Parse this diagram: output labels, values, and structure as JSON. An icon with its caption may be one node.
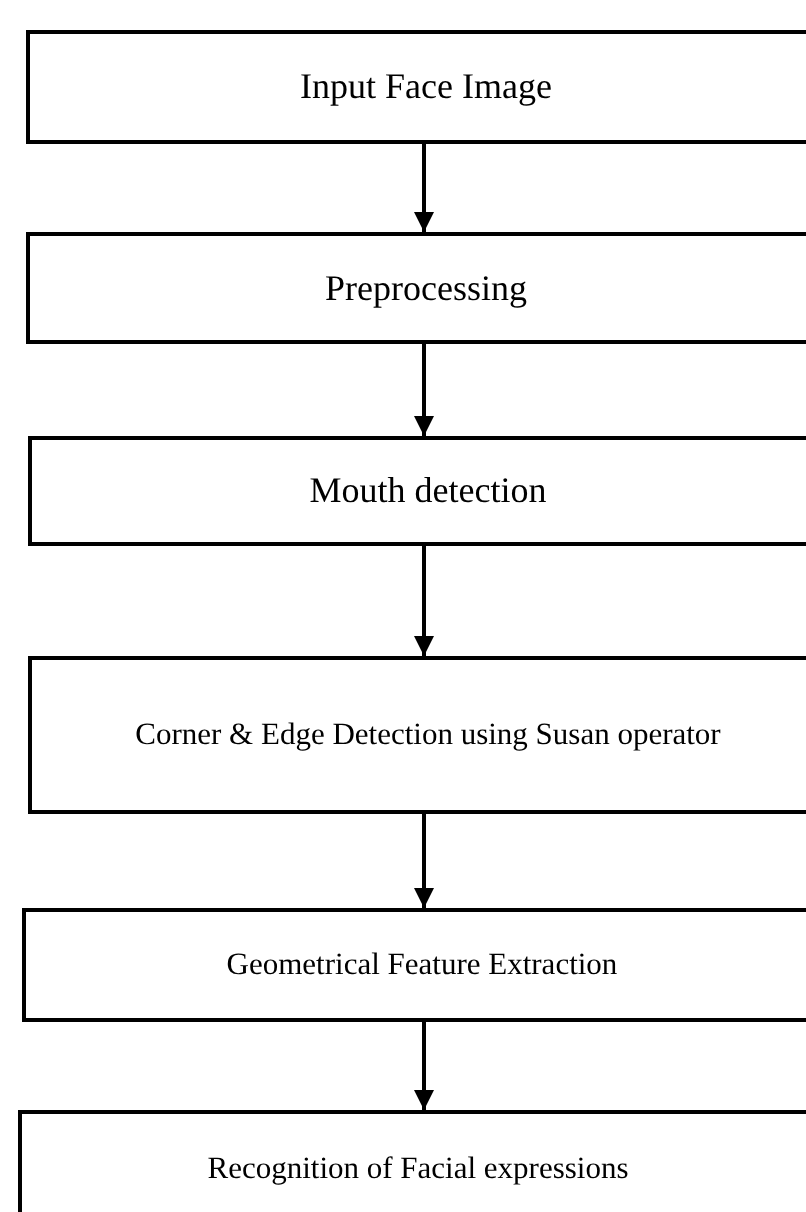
{
  "diagram": {
    "nodes": [
      {
        "text": [
          "Input Face Image"
        ]
      },
      {
        "text": [
          "Preprocessing"
        ]
      },
      {
        "text": [
          "Mouth detection"
        ]
      },
      {
        "text": [
          "Corner & Edge Detection using Susan operator"
        ]
      },
      {
        "text": [
          "Geometrical Feature Extraction"
        ]
      },
      {
        "text": [
          "Recognition of Facial expressions"
        ]
      }
    ],
    "edges": [
      {
        "from": 0,
        "to": 1,
        "arrow": "to"
      },
      {
        "from": 1,
        "to": 2,
        "arrow": "to"
      },
      {
        "from": 2,
        "to": 3,
        "arrow": "to"
      },
      {
        "from": 3,
        "to": 4,
        "arrow": "to"
      },
      {
        "from": 4,
        "to": 5,
        "arrow": "to"
      }
    ]
  }
}
